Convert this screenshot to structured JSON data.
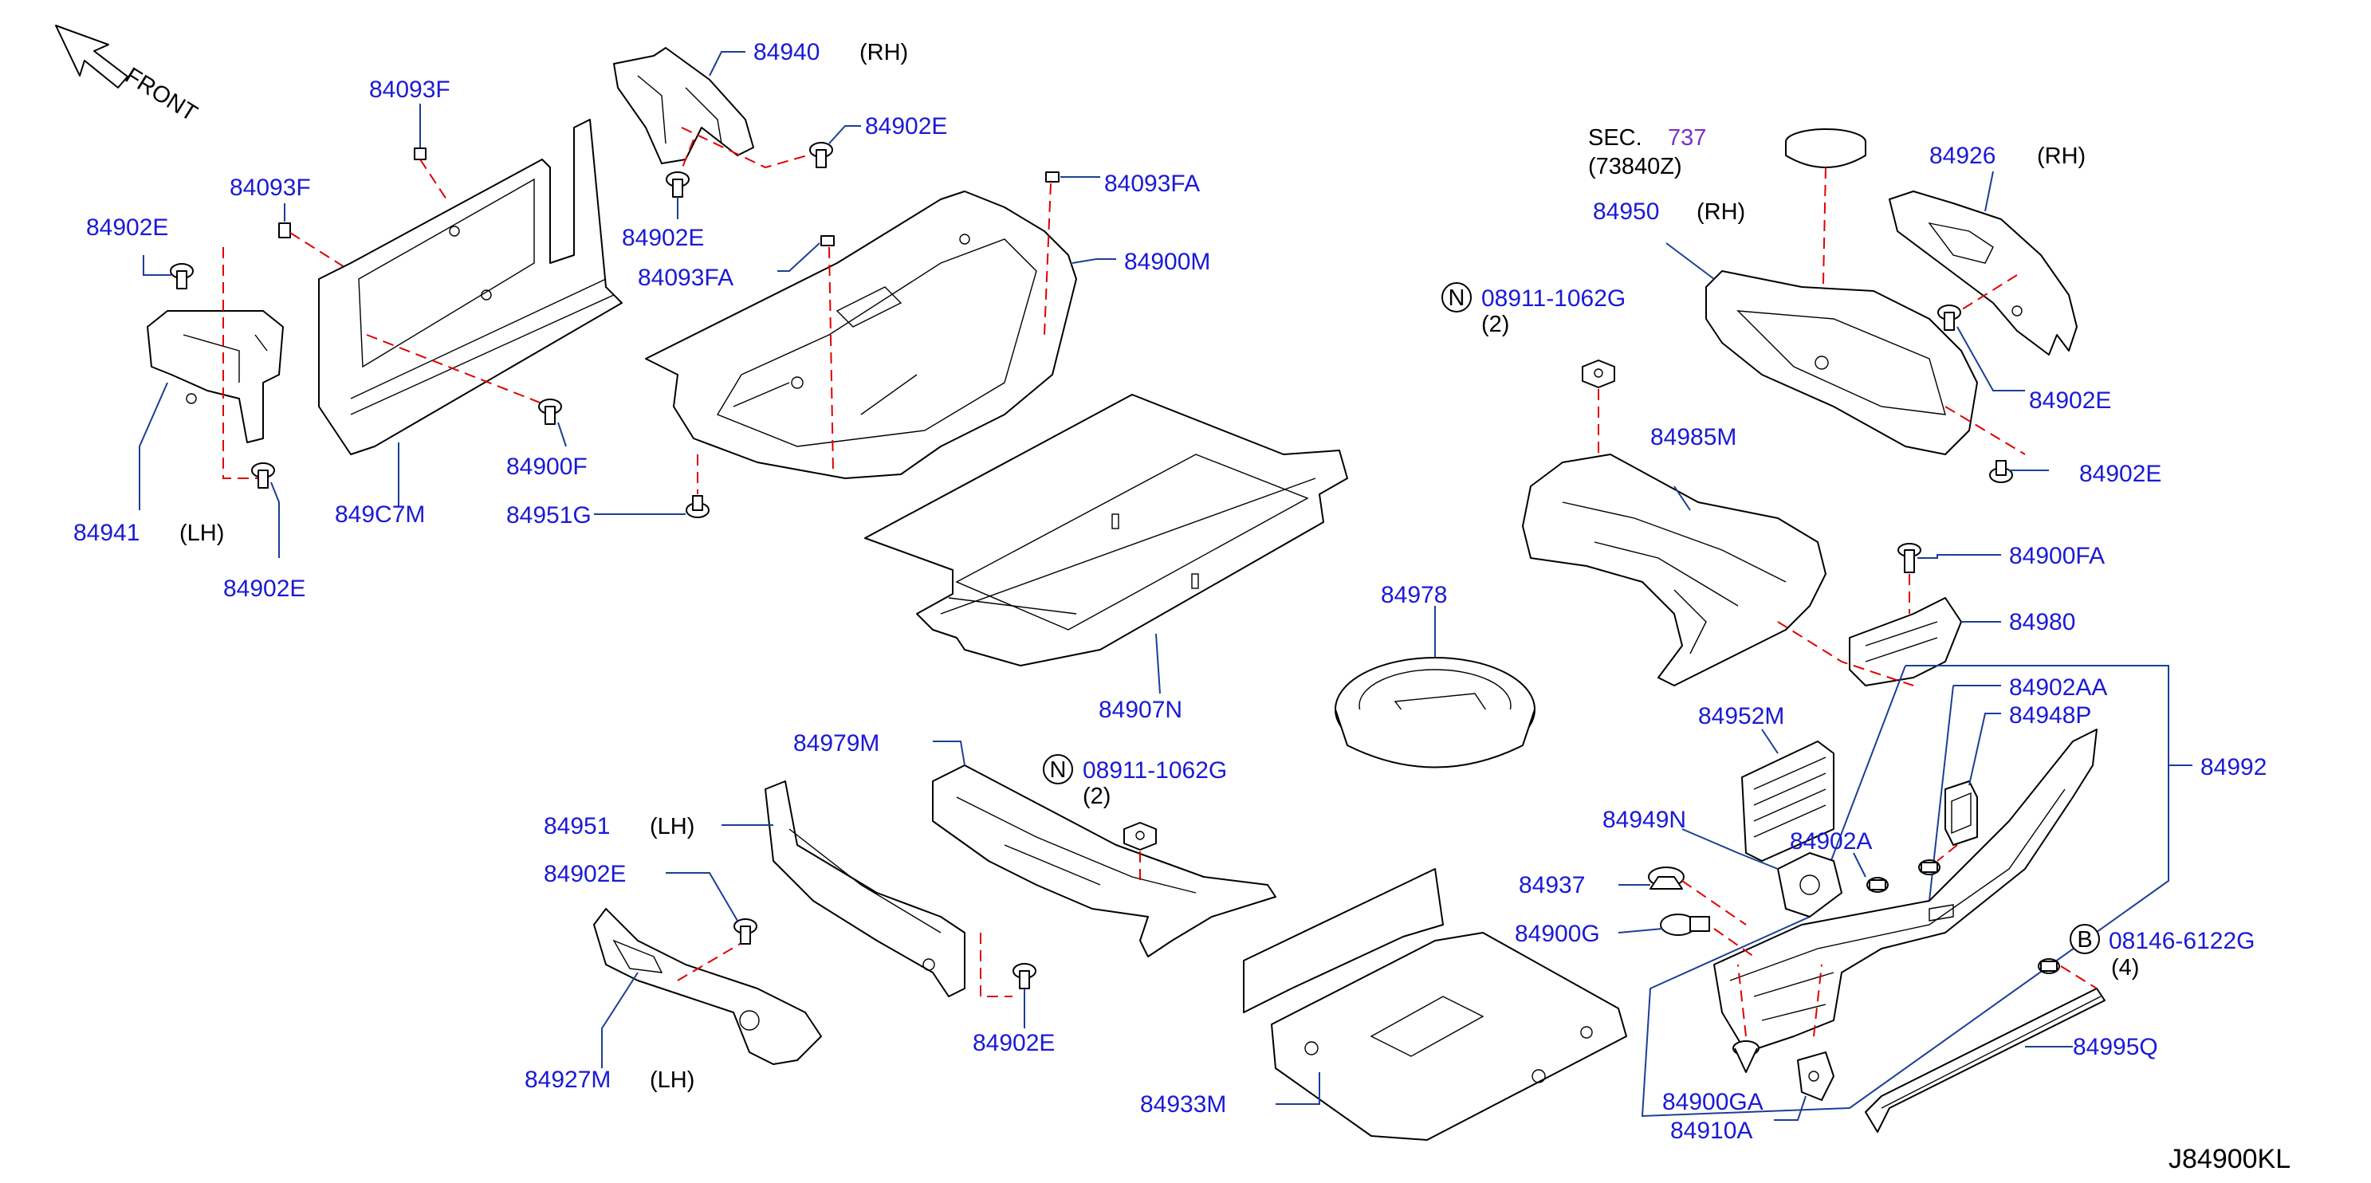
{
  "diagram": {
    "front_label": "FRONT",
    "code": "J84900KL",
    "sec_prefix": "SEC.",
    "sec_number": "737",
    "sec_sub": "(73840Z)",
    "parts": {
      "p84940": "84940",
      "p84940_side": "(RH)",
      "p84902E_a": "84902E",
      "p84093F_a": "84093F",
      "p84093F_b": "84093F",
      "p84902E_b": "84902E",
      "p84093FA_a": "84093FA",
      "p84093FA_b": "84093FA",
      "p84900M": "84900M",
      "p84902E_c": "84902E",
      "p84941": "84941",
      "p84941_side": "(LH)",
      "p84902E_d": "84902E",
      "p849C7M": "849C7M",
      "p84900F": "84900F",
      "p84951G": "84951G",
      "p84907N": "84907N",
      "p84926": "84926",
      "p84926_side": "(RH)",
      "p84950": "84950",
      "p84950_side": "(RH)",
      "p08911_a": "08911-1062G",
      "p08911_a_qty": "(2)",
      "p08911_a_sym": "N",
      "p84902E_e": "84902E",
      "p84902E_f": "84902E",
      "p84985M": "84985M",
      "p84900FA": "84900FA",
      "p84980": "84980",
      "p84978": "84978",
      "p84902AA": "84902AA",
      "p84948P": "84948P",
      "p84952M": "84952M",
      "p84992": "84992",
      "p84979M": "84979M",
      "p08911_b": "08911-1062G",
      "p08911_b_qty": "(2)",
      "p08911_b_sym": "N",
      "p84951": "84951",
      "p84951_side": "(LH)",
      "p84902E_g": "84902E",
      "p84902E_h": "84902E",
      "p84927M": "84927M",
      "p84927M_side": "(LH)",
      "p84949N": "84949N",
      "p84902A": "84902A",
      "p84937": "84937",
      "p84900G": "84900G",
      "p08146": "08146-6122G",
      "p08146_qty": "(4)",
      "p08146_sym": "B",
      "p84995Q": "84995Q",
      "p84933M": "84933M",
      "p84900GA": "84900GA",
      "p84910A": "84910A"
    }
  }
}
